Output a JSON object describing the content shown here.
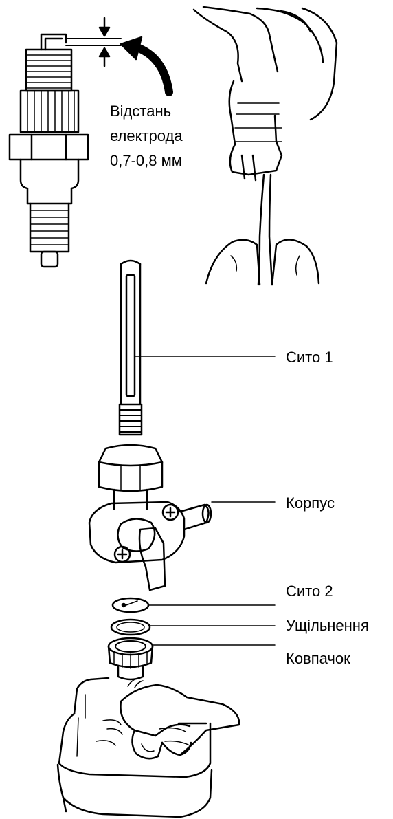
{
  "gap_note": {
    "line1": "Відстань",
    "line2": "електрода",
    "line3": "0,7-0,8 мм"
  },
  "labels": {
    "sieve1": "Сито 1",
    "body": "Корпус",
    "sieve2": "Сито 2",
    "seal": "Ущільнення",
    "cap": "Ковпачок"
  }
}
